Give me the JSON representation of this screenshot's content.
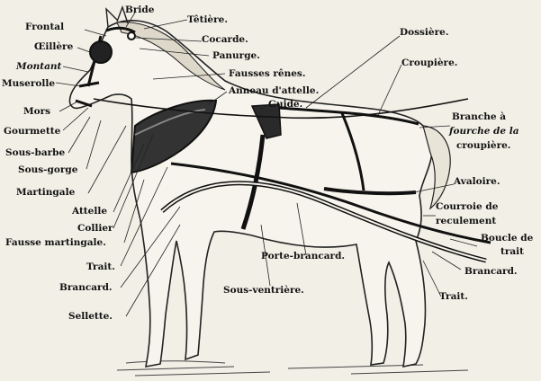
{
  "labels": {
    "bride": "Bride",
    "frontal": "Frontal",
    "tetiere": "Têtière.",
    "oeillere": "Œillère",
    "cocarde": "Cocarde.",
    "montant": "Montant",
    "panurge": "Panurge.",
    "muserolle": "Muserolle",
    "fausses_renes": "Fausses rênes.",
    "anneau_attelle": "Anneau d'attelle.",
    "guide": "Guide.",
    "mors": "Mors",
    "gourmette": "Gourmette",
    "sous_barbe": "Sous-barbe",
    "sous_gorge": "Sous-gorge",
    "martingale": "Martingale",
    "attelle": "Attelle",
    "collier": "Collier",
    "fausse_martingale": "Fausse martingale.",
    "trait_left": "Trait.",
    "brancard_left": "Brancard.",
    "sellette": "Sellette.",
    "sous_ventriere": "Sous-ventrière.",
    "porte_brancard": "Porte-brancard.",
    "dossiere": "Dossière.",
    "croupiere": "Croupière.",
    "branche_line1": "Branche à",
    "branche_line2": "fourche de la",
    "branche_line3": "croupière.",
    "avaloire": "Avaloire.",
    "courroie_line1": "Courroie de",
    "courroie_line2": "reculement",
    "boucle_line1": "Boucle de",
    "boucle_line2": "trait",
    "brancard_right": "Brancard.",
    "trait_right": "Trait."
  }
}
